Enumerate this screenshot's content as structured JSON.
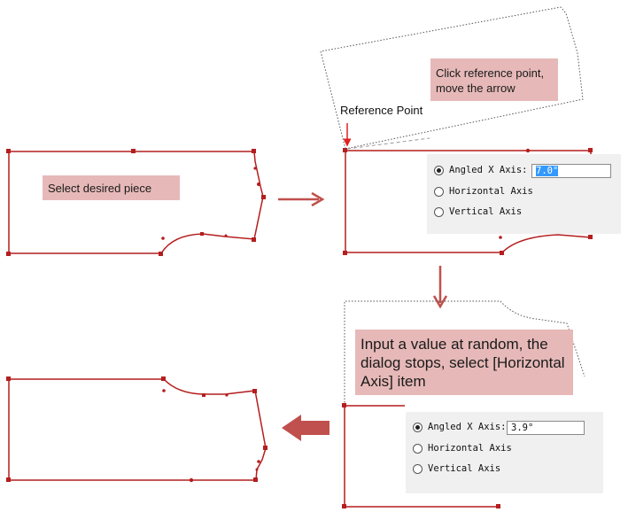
{
  "notes": {
    "select_piece": "Select desired piece",
    "click_reference": "Click reference point, move the arrow",
    "input_value": "Input a value at random, the dialog stops, select [Horizontal Axis] item"
  },
  "reference_point_label": "Reference Point",
  "dialog_top": {
    "options": [
      "Angled X Axis:",
      "Horizontal Axis",
      "Vertical Axis"
    ],
    "selected_option": "Angled X Axis:",
    "angle_value": "7.0°"
  },
  "dialog_bottom": {
    "options": [
      "Angled X Axis:",
      "Horizontal Axis",
      "Vertical Axis"
    ],
    "selected_option": "Angled X Axis:",
    "angle_value": "3.9°"
  },
  "colors": {
    "piece_outline": "#b41e1e",
    "arrow_fill": "#c0504d",
    "note_background": "#e6b9b8",
    "dialog_background": "#f0f0f0"
  }
}
